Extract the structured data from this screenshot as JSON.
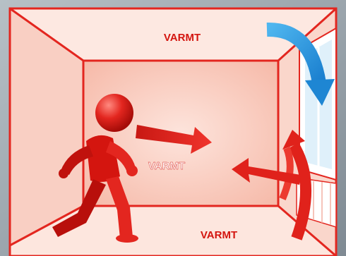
{
  "labels": {
    "ceiling": "VARMT",
    "wall": "VARMT",
    "floor": "VARMT"
  },
  "colors": {
    "frame_red": "#e3261f",
    "room_pink": "#fbd8cf",
    "back_wall": "#f7c6b8",
    "arrow_red": "#e0221b",
    "arrow_blue": "#2a9be0",
    "figure_red": "#d4150f",
    "window_glass": "#dff0fa",
    "background": "#9aa5ad"
  },
  "icons": {
    "person": "walking-person-icon",
    "cold_air": "curved-blue-arrow-icon",
    "warm_air": "red-arrow-icon"
  }
}
